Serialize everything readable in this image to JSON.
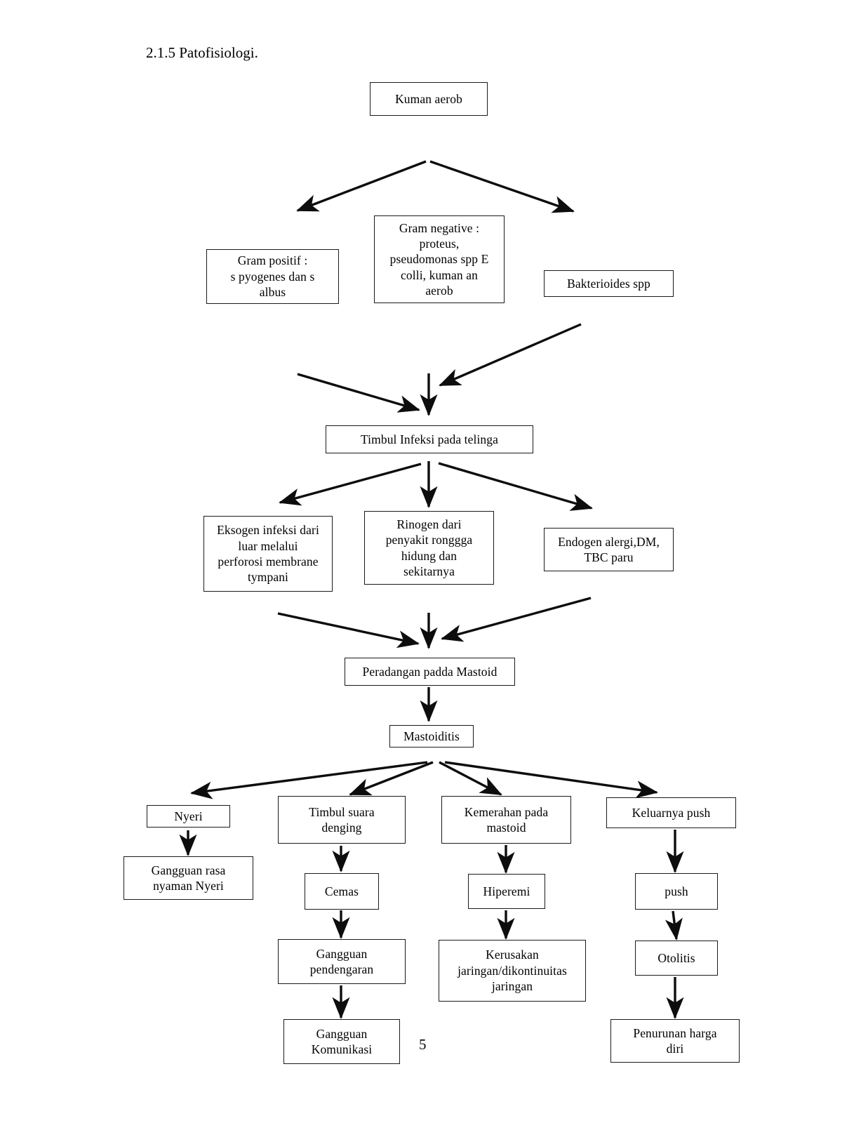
{
  "document": {
    "heading": "2.1.5 Patofisiologi.",
    "page_number": "5"
  },
  "chart_data": {
    "type": "diagram",
    "title": "2.1.5 Patofisiologi.",
    "diagram_kind": "pathophysiology-flowchart",
    "nodes": [
      {
        "id": "kuman_aerob",
        "label": "Kuman aerob"
      },
      {
        "id": "gram_positif",
        "label": "Gram positif :\ns pyogenes dan s\nalbus"
      },
      {
        "id": "gram_negative",
        "label": "Gram negative :\nproteus,\npseudomonas spp E\ncolli, kuman an\naerob"
      },
      {
        "id": "bakterioides",
        "label": "Bakterioides spp"
      },
      {
        "id": "timbul_infeksi",
        "label": "Timbul Infeksi pada telinga"
      },
      {
        "id": "eksogen",
        "label": "Eksogen infeksi dari\nluar melalui\nperforosi membrane\ntympani"
      },
      {
        "id": "rinogen",
        "label": "Rinogen dari\npenyakit ronggga\nhidung dan\nsekitarnya"
      },
      {
        "id": "endogen",
        "label": "Endogen alergi,DM,\nTBC paru"
      },
      {
        "id": "peradangan",
        "label": "Peradangan padda Mastoid"
      },
      {
        "id": "mastoiditis",
        "label": "Mastoiditis"
      },
      {
        "id": "nyeri",
        "label": "Nyeri"
      },
      {
        "id": "gangguan_nyaman",
        "label": "Gangguan rasa\nnyaman Nyeri"
      },
      {
        "id": "suara_denging",
        "label": "Timbul suara\ndenging"
      },
      {
        "id": "cemas",
        "label": "Cemas"
      },
      {
        "id": "gangguan_dengar",
        "label": "Gangguan\npendengaran"
      },
      {
        "id": "gangguan_komunikasi",
        "label": "Gangguan\nKomunikasi"
      },
      {
        "id": "kemerahan",
        "label": "Kemerahan pada\nmastoid"
      },
      {
        "id": "hiperemi",
        "label": "Hiperemi"
      },
      {
        "id": "kerusakan",
        "label": "Kerusakan\njaringan/dikontinuitas\njaringan"
      },
      {
        "id": "keluarnya_push",
        "label": "Keluarnya push"
      },
      {
        "id": "push",
        "label": "push"
      },
      {
        "id": "otolitis",
        "label": "Otolitis"
      },
      {
        "id": "penurunan_harga",
        "label": "Penurunan harga\ndiri"
      }
    ],
    "edges": [
      {
        "from": "kuman_aerob",
        "to": "gram_positif"
      },
      {
        "from": "kuman_aerob",
        "to": "bakterioides"
      },
      {
        "from": "gram_positif",
        "to": "timbul_infeksi"
      },
      {
        "from": "gram_negative",
        "to": "timbul_infeksi"
      },
      {
        "from": "bakterioides",
        "to": "timbul_infeksi"
      },
      {
        "from": "timbul_infeksi",
        "to": "eksogen"
      },
      {
        "from": "timbul_infeksi",
        "to": "rinogen"
      },
      {
        "from": "timbul_infeksi",
        "to": "endogen"
      },
      {
        "from": "eksogen",
        "to": "peradangan"
      },
      {
        "from": "rinogen",
        "to": "peradangan"
      },
      {
        "from": "endogen",
        "to": "peradangan"
      },
      {
        "from": "peradangan",
        "to": "mastoiditis"
      },
      {
        "from": "mastoiditis",
        "to": "nyeri"
      },
      {
        "from": "mastoiditis",
        "to": "suara_denging"
      },
      {
        "from": "mastoiditis",
        "to": "kemerahan"
      },
      {
        "from": "mastoiditis",
        "to": "keluarnya_push"
      },
      {
        "from": "nyeri",
        "to": "gangguan_nyaman"
      },
      {
        "from": "suara_denging",
        "to": "cemas"
      },
      {
        "from": "cemas",
        "to": "gangguan_dengar"
      },
      {
        "from": "gangguan_dengar",
        "to": "gangguan_komunikasi"
      },
      {
        "from": "kemerahan",
        "to": "hiperemi"
      },
      {
        "from": "hiperemi",
        "to": "kerusakan"
      },
      {
        "from": "keluarnya_push",
        "to": "push"
      },
      {
        "from": "push",
        "to": "otolitis"
      },
      {
        "from": "otolitis",
        "to": "penurunan_harga"
      }
    ]
  }
}
